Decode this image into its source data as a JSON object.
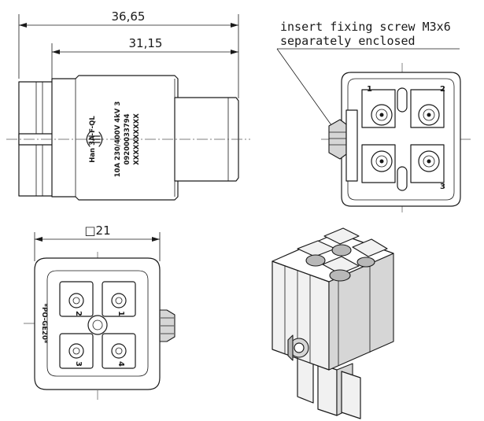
{
  "dimensions": {
    "overall_length": "36,65",
    "body_length": "31,15",
    "square_size": "□21"
  },
  "note": {
    "line1": "insert fixing screw M3x6",
    "line2": "separately enclosed"
  },
  "side_marking": {
    "line1": "Han 3A-F-QL",
    "line2": "10A 230/400V 4kV 3",
    "line3": "09200033794",
    "line4": "XXXXXXXXXX"
  },
  "rear_view_pins": [
    "1",
    "2",
    "3"
  ],
  "front_view_pins": [
    "1",
    "2",
    "3",
    "4"
  ],
  "front_view_label": "*PO-GE20*"
}
